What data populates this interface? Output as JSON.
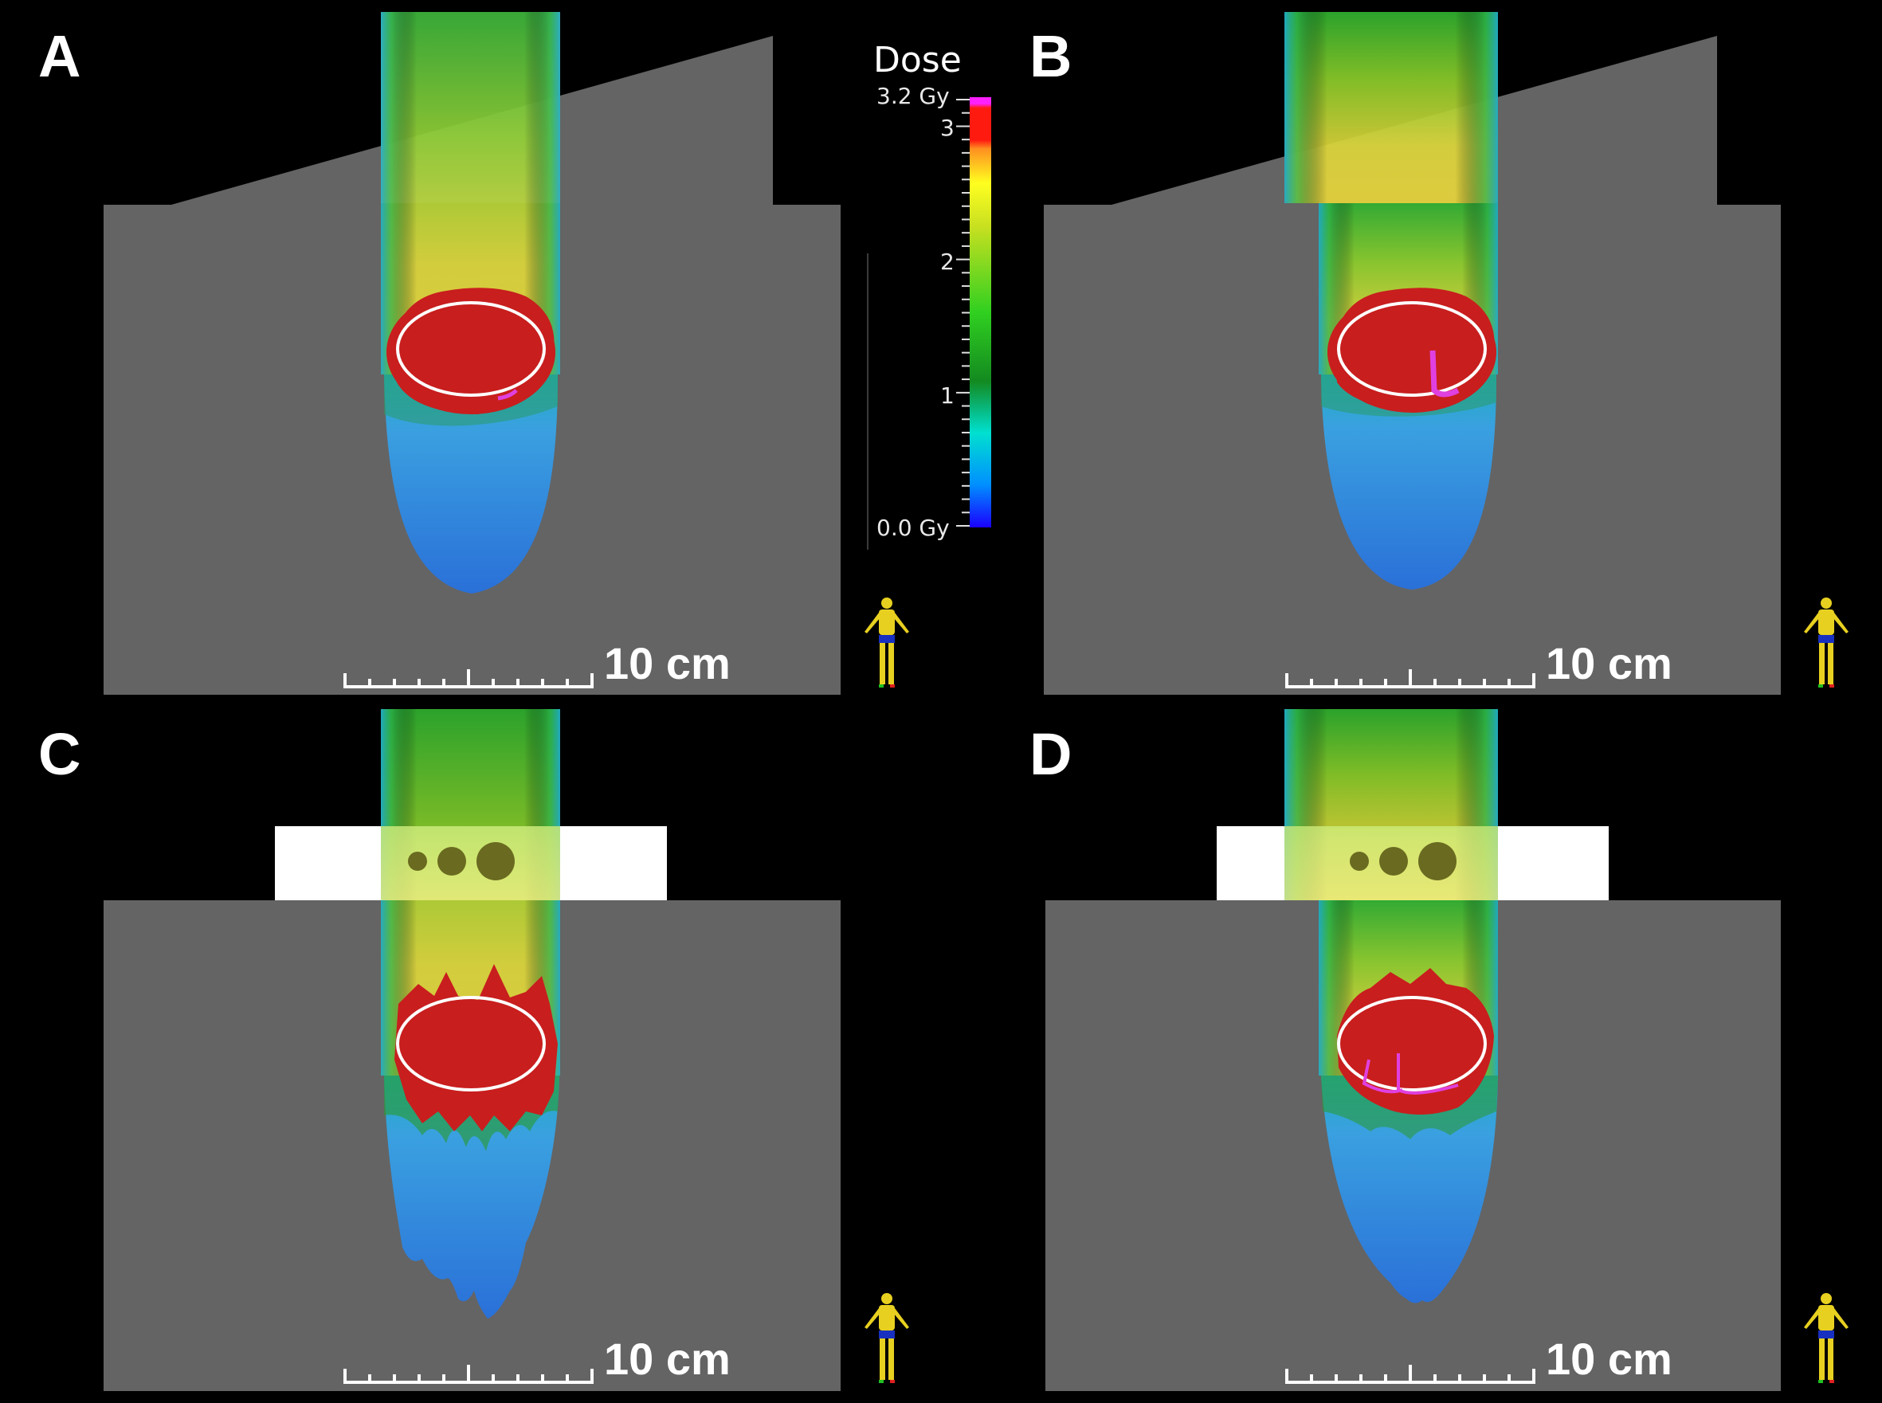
{
  "panels": [
    {
      "label": "A",
      "scale_text": "10 cm"
    },
    {
      "label": "B",
      "scale_text": "10 cm"
    },
    {
      "label": "C",
      "scale_text": "10 cm"
    },
    {
      "label": "D",
      "scale_text": "10 cm"
    }
  ],
  "colorbar": {
    "title": "Dose",
    "max_label": "3.2 Gy",
    "min_label": "0.0 Gy",
    "tick_labels": [
      "3",
      "2",
      "1"
    ],
    "range": [
      0.0,
      3.2
    ],
    "colors": [
      "#0a00ff",
      "#00aaff",
      "#00e0c8",
      "#1a8a1a",
      "#30d020",
      "#f0f020",
      "#ff2000",
      "#ff20ff"
    ]
  },
  "colors": {
    "phantom": "#646464",
    "background": "#000000",
    "target_dose": "#c81e1e",
    "target_contour": "#ffffff",
    "hotspot": "#e040e0",
    "bolus": "#ffffff"
  }
}
